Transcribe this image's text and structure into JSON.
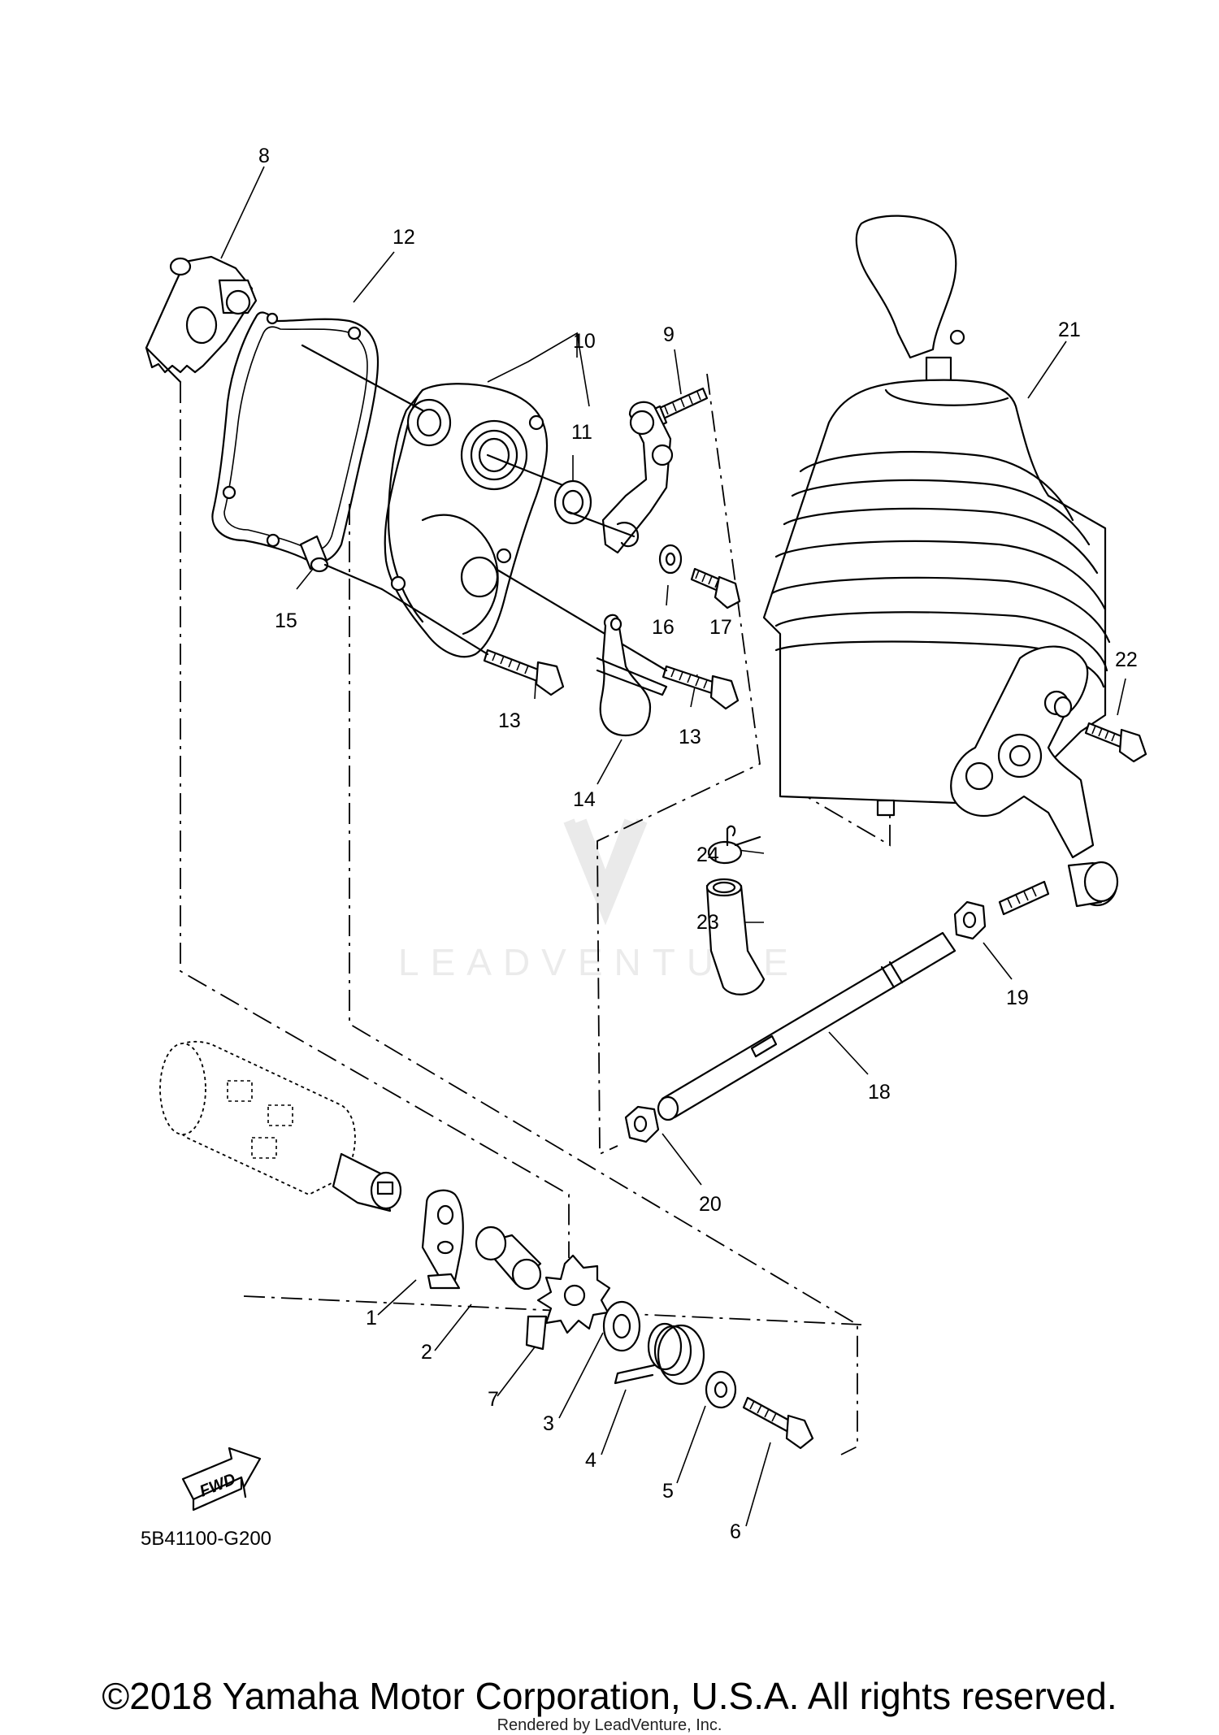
{
  "diagram_code": "5B41100-G200",
  "fwd_label": "FWD",
  "copyright": "©2018 Yamaha Motor Corporation, U.S.A. All rights reserved.",
  "rendered_by": "Rendered by LeadVenture, Inc.",
  "watermark": "LEADVENTURE",
  "part_labels": [
    "1",
    "2",
    "3",
    "4",
    "5",
    "6",
    "7",
    "8",
    "9",
    "10",
    "11",
    "12",
    "13",
    "13",
    "14",
    "15",
    "16",
    "17",
    "18",
    "19",
    "20",
    "21",
    "22",
    "23",
    "24"
  ]
}
